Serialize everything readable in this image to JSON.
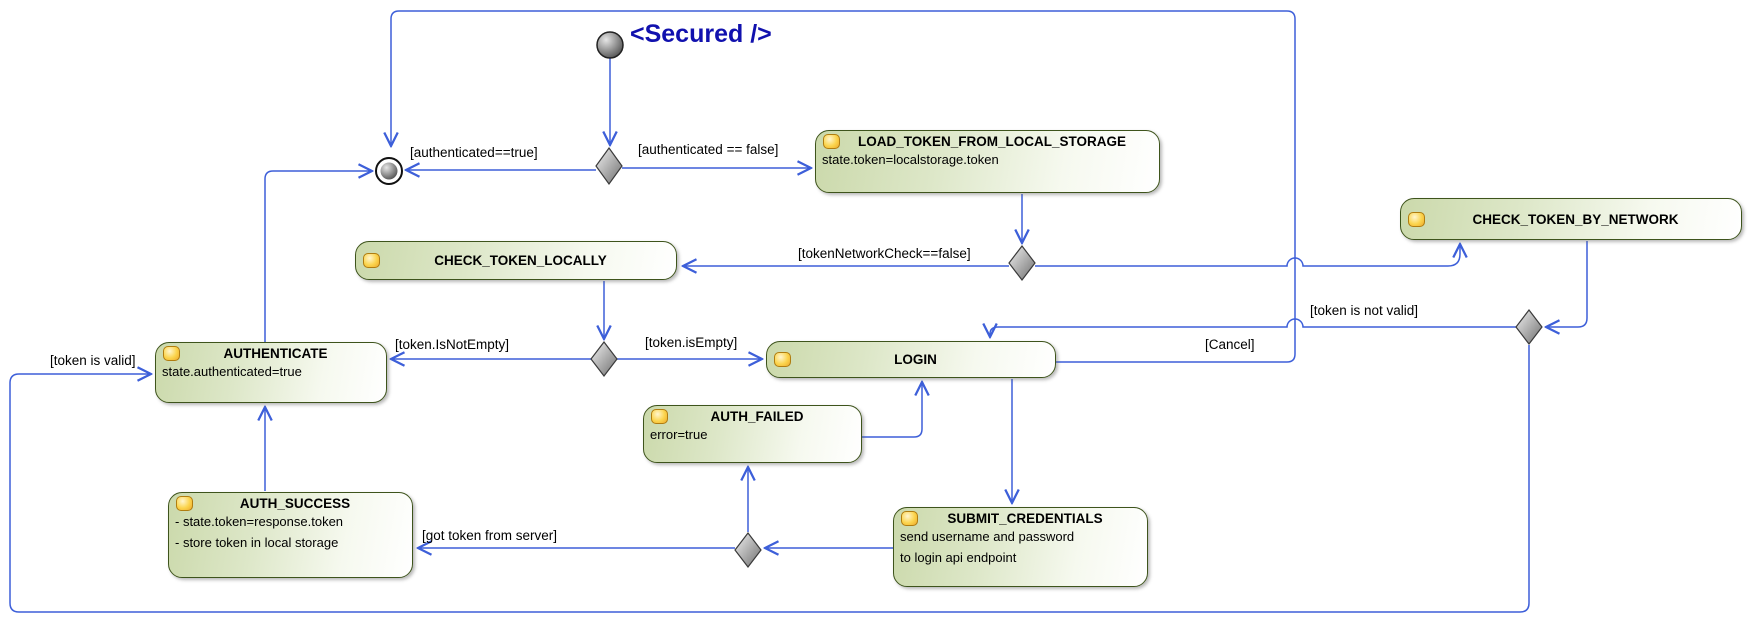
{
  "title": "<Secured />",
  "states": [
    {
      "id": "load-token-from-local-storage",
      "label": "LOAD_TOKEN_FROM_LOCAL_STORAGE",
      "actions": [
        "state.token=localstorage.token"
      ]
    },
    {
      "id": "check-token-by-network",
      "label": "CHECK_TOKEN_BY_NETWORK",
      "actions": []
    },
    {
      "id": "check-token-locally",
      "label": "CHECK_TOKEN_LOCALLY",
      "actions": []
    },
    {
      "id": "authenticate",
      "label": "AUTHENTICATE",
      "actions": [
        "state.authenticated=true"
      ]
    },
    {
      "id": "login",
      "label": "LOGIN",
      "actions": []
    },
    {
      "id": "auth-failed",
      "label": "AUTH_FAILED",
      "actions": [
        "error=true"
      ]
    },
    {
      "id": "auth-success",
      "label": "AUTH_SUCCESS",
      "actions": [
        "- state.token=response.token",
        "- store token in local storage"
      ]
    },
    {
      "id": "submit-credentials",
      "label": "SUBMIT_CREDENTIALS",
      "actions": [
        "send username and password",
        "to login api endpoint"
      ]
    }
  ],
  "guards": {
    "authenticated_true": "[authenticated==true]",
    "authenticated_false": "[authenticated == false]",
    "token_network_check_false": "[tokenNetworkCheck==false]",
    "token_is_not_valid": "[token is not valid]",
    "token_is_not_empty": "[token.IsNotEmpty]",
    "token_is_empty": "[token.isEmpty]",
    "cancel": "[Cancel]",
    "token_is_valid": "[token is valid]",
    "got_token_from_server": "[got token from server]"
  },
  "colors": {
    "line": "#3d5fd9",
    "title_text": "#1111ae",
    "state_border": "#3e541c",
    "state_fill_left": "#cbd9ab",
    "bead_fill": "#fbd44c",
    "diamond_dark": "#6e6e6e"
  }
}
